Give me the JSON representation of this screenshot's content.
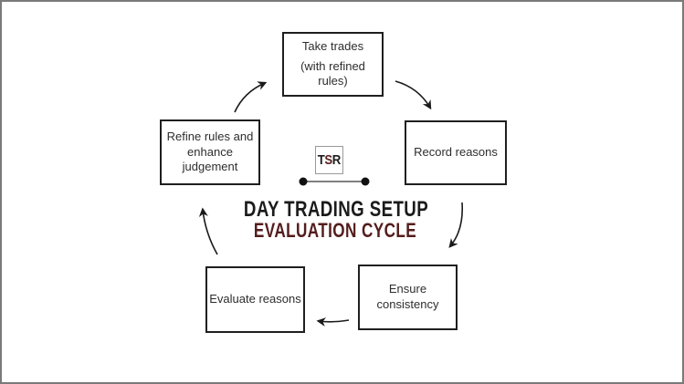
{
  "diagram": {
    "title_line1": "DAY TRADING SETUP",
    "title_line2": "EVALUATION CYCLE",
    "logo": {
      "letter_t": "T",
      "letter_s": "S",
      "letter_r": "R"
    },
    "nodes": [
      {
        "id": "take-trades",
        "lines": [
          "Take trades",
          "(with refined rules)"
        ]
      },
      {
        "id": "record-reasons",
        "lines": [
          "Record reasons"
        ]
      },
      {
        "id": "ensure-consistency",
        "lines": [
          "Ensure consistency"
        ]
      },
      {
        "id": "evaluate-reasons",
        "lines": [
          "Evaluate reasons"
        ]
      },
      {
        "id": "refine-rules",
        "lines": [
          "Refine rules and enhance judgement"
        ]
      }
    ],
    "cycle_order": [
      "take-trades",
      "record-reasons",
      "ensure-consistency",
      "evaluate-reasons",
      "refine-rules"
    ],
    "colors": {
      "accent_maroon": "#541d1d",
      "box_border": "#1f1f1f",
      "text": "#2d2d2d",
      "title_black": "#1b1b1b",
      "frame_border": "#7a7a7a",
      "divider_line": "#808080",
      "divider_dot": "#111111",
      "arrow": "#1a1a1a",
      "background": "#ffffff"
    }
  }
}
